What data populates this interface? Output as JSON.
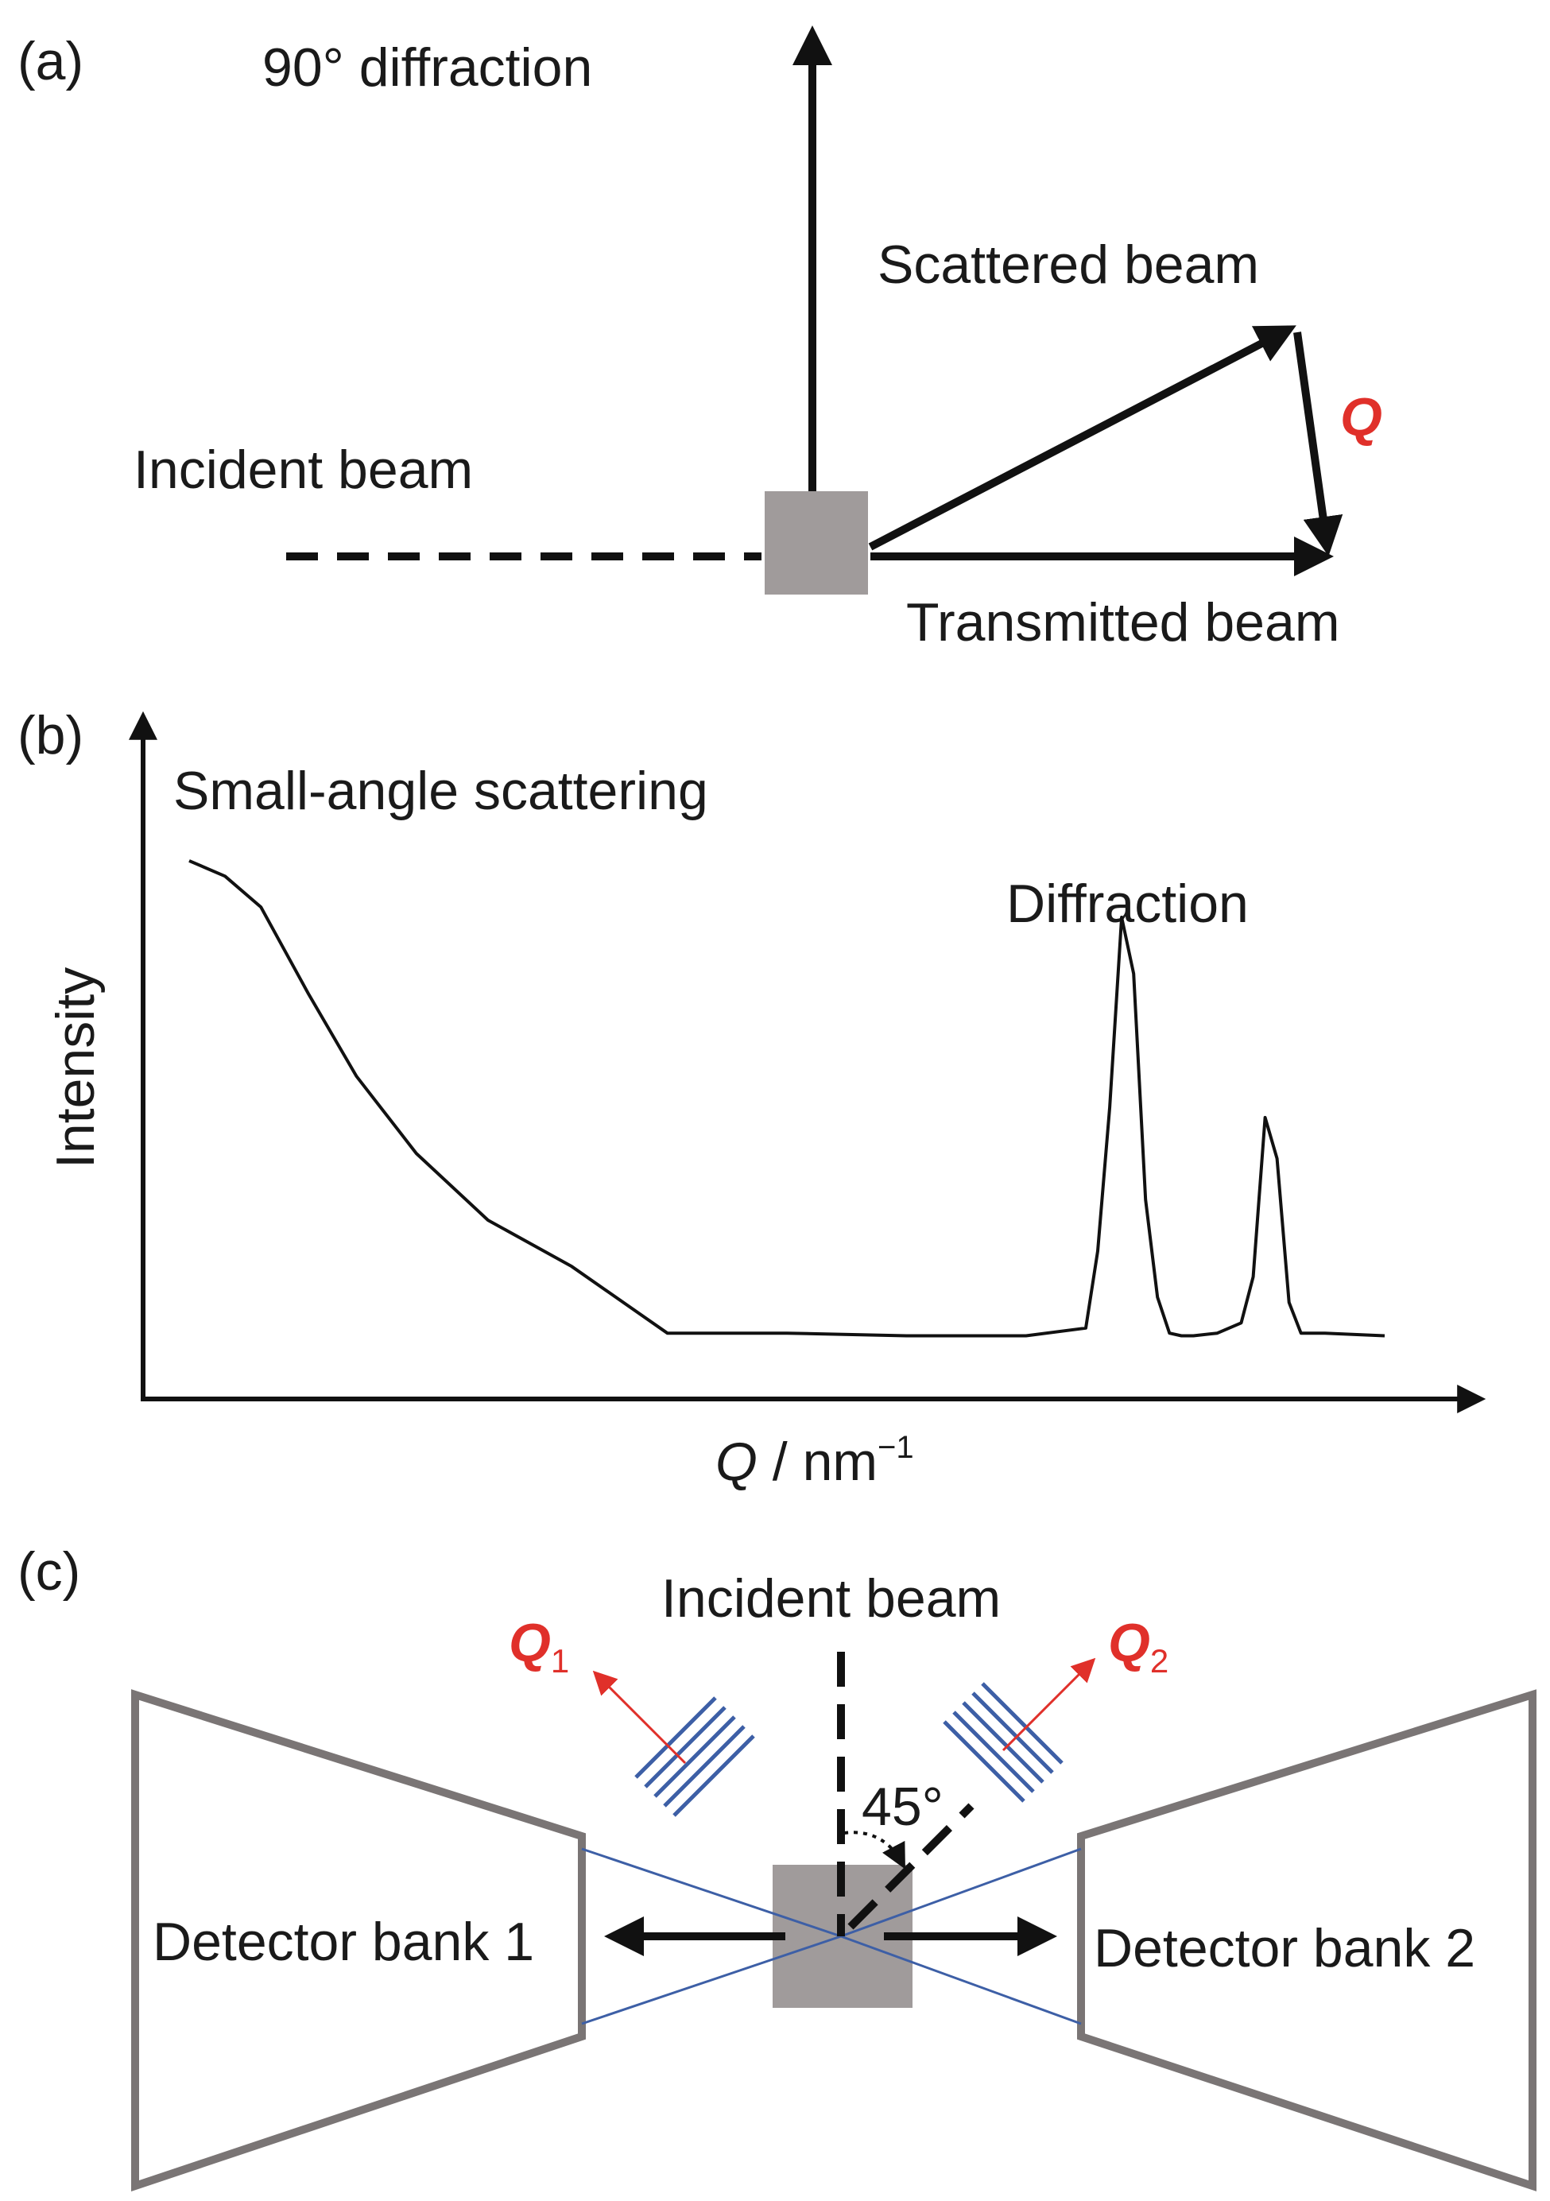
{
  "panel_a": {
    "label": "(a)",
    "ninety_label": "90° diffraction",
    "scattered_label": "Scattered beam",
    "incident_label": "Incident beam",
    "transmitted_label": "Transmitted beam",
    "q_label": "Q"
  },
  "panel_b": {
    "label": "(b)",
    "saxs_label": "Small-angle scattering",
    "diffraction_label": "Diffraction",
    "y_axis_label": "Intensity",
    "x_axis_label_main": "Q",
    "x_axis_label_unit": " / nm",
    "x_axis_label_exp": "−1"
  },
  "panel_c": {
    "label": "(c)",
    "incident_label": "Incident beam",
    "q1_main": "Q",
    "q1_sub": "1",
    "q2_main": "Q",
    "q2_sub": "2",
    "angle_label": "45°",
    "bank1_label": "Detector bank 1",
    "bank2_label": "Detector bank 2"
  },
  "colors": {
    "accent_red": "#e0302a",
    "sample_gray": "#a09b9b",
    "detector_gray": "#7a7575",
    "ray_blue": "#3d5fa6"
  },
  "chart_data": {
    "type": "line",
    "title": "",
    "xlabel": "Q / nm−1",
    "ylabel": "Intensity",
    "series": [
      {
        "x": [
          0.0,
          0.03,
          0.06,
          0.1,
          0.14,
          0.19,
          0.25,
          0.32,
          0.4,
          0.5,
          0.6,
          0.7,
          0.75,
          0.76,
          0.77,
          0.78,
          0.79,
          0.8,
          0.81,
          0.82,
          0.83,
          0.84,
          0.86,
          0.88,
          0.89,
          0.9,
          0.91,
          0.92,
          0.93,
          0.95,
          1.0
        ],
        "y": [
          0.98,
          0.95,
          0.89,
          0.72,
          0.56,
          0.41,
          0.28,
          0.19,
          0.06,
          0.06,
          0.055,
          0.055,
          0.07,
          0.22,
          0.5,
          0.87,
          0.76,
          0.32,
          0.13,
          0.06,
          0.055,
          0.055,
          0.06,
          0.08,
          0.17,
          0.48,
          0.4,
          0.12,
          0.06,
          0.06,
          0.055
        ]
      }
    ]
  }
}
